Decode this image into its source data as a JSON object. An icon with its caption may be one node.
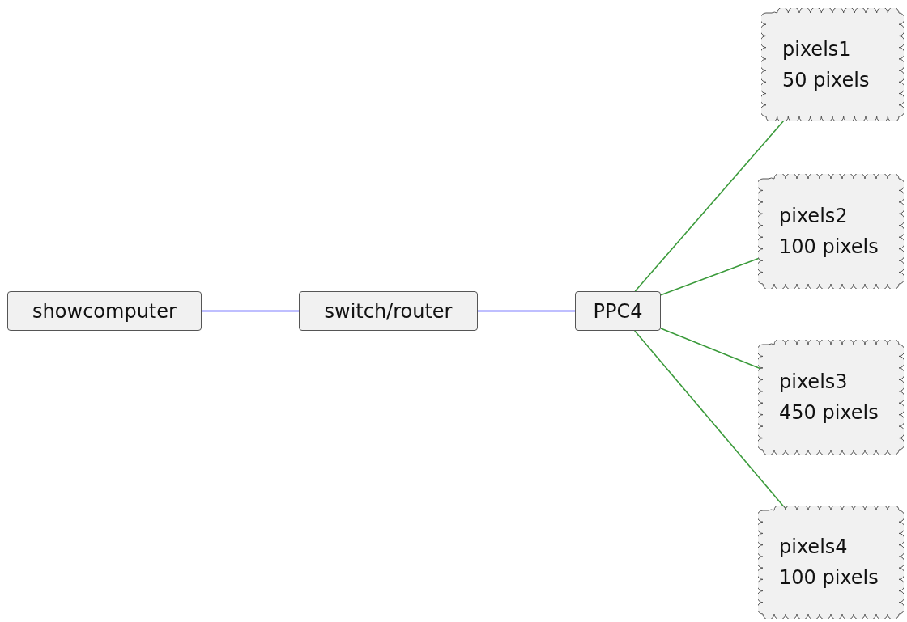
{
  "diagram": {
    "nodes": [
      {
        "text": [
          "showcomputer"
        ]
      },
      {
        "text": [
          "switch/router"
        ]
      },
      {
        "text": [
          "PPC4"
        ]
      },
      {
        "text": [
          "pixels1",
          "50 pixels"
        ]
      },
      {
        "text": [
          "pixels2",
          "100 pixels"
        ]
      },
      {
        "text": [
          "pixels3",
          "450 pixels"
        ]
      },
      {
        "text": [
          "pixels4",
          "100 pixels"
        ]
      }
    ],
    "edges": [
      {
        "from": 0,
        "to": 1,
        "arrow": "none",
        "color": "#0000ff"
      },
      {
        "from": 1,
        "to": 2,
        "arrow": "none",
        "color": "#0000ff"
      },
      {
        "from": 2,
        "to": 3,
        "arrow": "none"
      },
      {
        "from": 2,
        "to": 4,
        "arrow": "none"
      },
      {
        "from": 2,
        "to": 5,
        "arrow": "none"
      },
      {
        "from": 2,
        "to": 6,
        "arrow": "none"
      }
    ]
  }
}
